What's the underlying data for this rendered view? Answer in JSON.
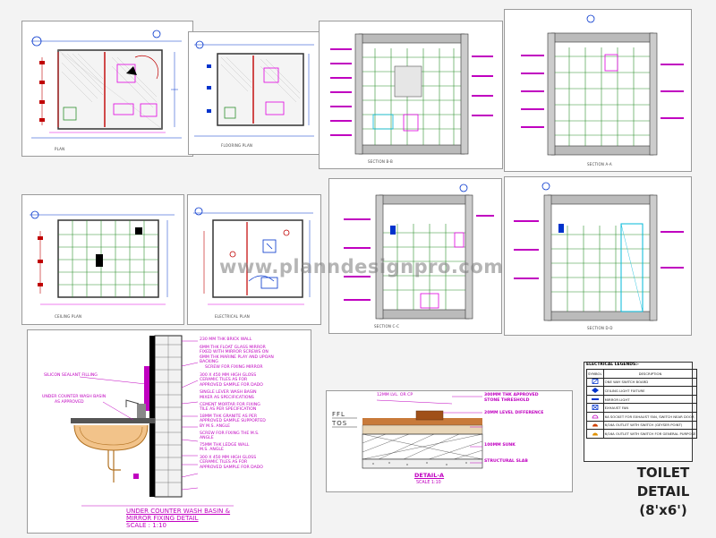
{
  "watermark": "www.planndesignpro.com",
  "title": {
    "line1": "TOILET",
    "line2": "DETAIL",
    "line3": "(8'x6')"
  },
  "plan_captions": {
    "p1": "PLAN",
    "p2": "FLOORING PLAN",
    "p3": "SECTION B-B",
    "p4": "SECTION A-A",
    "p5": "CEILING PLAN",
    "p6": "ELECTRICAL PLAN",
    "p7": "SECTION C-C",
    "p8": "SECTION D-D"
  },
  "washbasin": {
    "left_labels": [
      "SILICON SEALANT FILLING",
      "UNDER COUNTER WASH BASIN",
      "AS APPROVED"
    ],
    "right_labels": [
      "230 MM THK BRICK WALL",
      "6MM THK FLOAT GLASS MIRROR",
      "FIXED WITH MIRROR SCREWS ON",
      "6MM THK MARINE PLAY AND UPOAN",
      "BACKING",
      "SCREW FOR FIXING MIRROR",
      "300 X 450 MM HIGH GLOSS",
      "CERAMIC TILES AS FOR",
      "APPROVED SAMPLE FOR DADO",
      "SINGLE LEVER WASH BASIN",
      "MIXER AS SPECIFICATIONS",
      "CEMENT MORTAR FOR FIXING",
      "TILE AS PER SPECIFICATION",
      "18MM THK GRANITE AS PER",
      "APPROVED SAMPLE SUPPORTED",
      "BY M.S. ANGLE",
      "SCREW FOR FIXING THE M.S.",
      "ANGLE",
      "75MM THK LEDGE WALL",
      "M.S. ANGLE",
      "300 X 450 MM HIGH GLOSS",
      "CERAMIC TILES AS FOR",
      "APPROVED SAMPLE FOR DADO"
    ],
    "caption": [
      "UNDER COUNTER WASH BASIN &",
      "MIRROR FIXING DETAIL",
      "SCALE : 1:10"
    ]
  },
  "detail_a": {
    "labels": [
      "12MM LVL. OR CP",
      "FFL",
      "TOS",
      "DETAIL-A",
      "SCALE 1:10"
    ],
    "right_labels": [
      "300MM THK APPROVED",
      "STONE THRESHOLD",
      "20MM LEVEL DIFFERENCE",
      "100MM SUNK",
      "STRUCTURAL SLAB"
    ]
  },
  "legend": {
    "heading": "ELECTRICAL LEGENDS:-",
    "col_symbol": "SYMBOL",
    "col_desc": "DESCRIPTION",
    "rows": [
      "ONE WAY SWITCH BOARD",
      "CEILING LIGHT FIXTURE",
      "MIRROR LIGHT",
      "EXHAUST FAN",
      "6A SOCKET FOR EXHAUST FAN, SWITCH NEAR DOOR",
      "6/16A OUTLET WITH SWITCH (GEYSER POINT)",
      "6/16A OUTLET WITH SWITCH FOR GENERAL PURPOSE"
    ]
  },
  "colors": {
    "wall": "#c00000",
    "tile": "#2f8f2f",
    "dim": "#0033cc",
    "annotation": "#c000c0",
    "fixture": "#e000e0",
    "cyan": "#00b8d8"
  }
}
